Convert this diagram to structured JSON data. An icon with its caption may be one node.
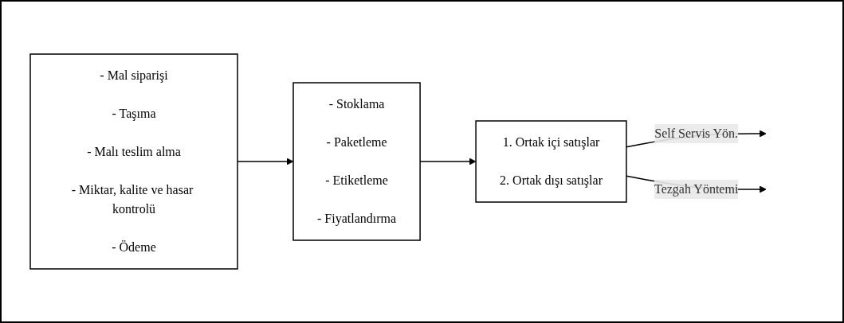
{
  "diagram": {
    "nodes": [
      {
        "text": [
          "- Mal siparişi",
          "- Taşıma",
          "- Malı teslim alma",
          "- Miktar, kalite ve hasar kontrolü",
          "- Ödeme"
        ]
      },
      {
        "text": [
          "- Stoklama",
          "- Paketleme",
          "- Etiketleme",
          "- Fiyatlandırma"
        ]
      },
      {
        "text": [
          "1. Ortak içi satışlar",
          "2. Ortak dışı satışlar"
        ]
      }
    ],
    "edges": [
      {
        "from": 0,
        "to": 1,
        "arrow": "to"
      },
      {
        "from": 1,
        "to": 2,
        "arrow": "to"
      },
      {
        "from": 2,
        "to": null,
        "arrow": "to",
        "label": "Self Servis Yön."
      },
      {
        "from": 2,
        "to": null,
        "arrow": "to",
        "label": "Tezgah Yöntemi"
      }
    ]
  }
}
